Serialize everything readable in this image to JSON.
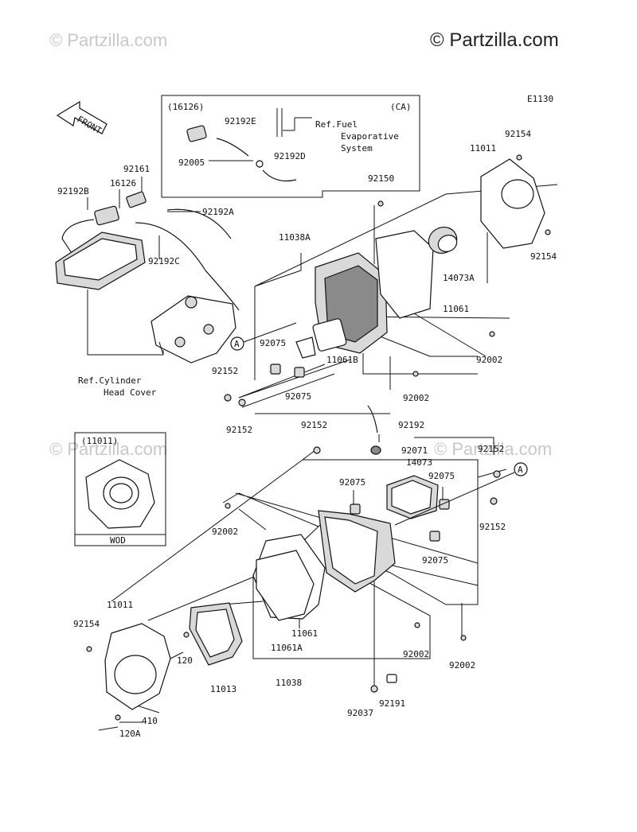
{
  "watermarks": {
    "main": "© Partzilla.com",
    "faint": "© Partzilla.com"
  },
  "diagram_code": "E1130",
  "front_label": "FRONT",
  "ca_box": {
    "tag": "(CA)",
    "part_ref": "(16126)",
    "ref_line1": "Ref.Fuel",
    "ref_line2": "Evaporative",
    "ref_line3": "System"
  },
  "cylinder_ref": {
    "line1": "Ref.Cylinder",
    "line2": "Head Cover"
  },
  "wod_box": {
    "part_ref": "(11011)",
    "label": "WOD"
  },
  "circle_marker": "A",
  "parts": {
    "p16126_ca": "(16126)",
    "p92192E": "92192E",
    "p92005": "92005",
    "p92192D": "92192D",
    "p92161": "92161",
    "p92192B": "92192B",
    "p16126": "16126",
    "p92192A": "92192A",
    "p92192C": "92192C",
    "p92150": "92150",
    "p11038A": "11038A",
    "p11011_top": "11011",
    "p92154_top": "92154",
    "p92154_right": "92154",
    "p14073A": "14073A",
    "p11061_top": "11061",
    "p92002_r1": "92002",
    "p92075_a": "92075",
    "p11061B": "11061B",
    "p92152_a": "92152",
    "p92075_b": "92075",
    "p92002_mid": "92002",
    "p92152_b": "92152",
    "p92192": "92192",
    "p92152_c": "92152",
    "p92071": "92071",
    "p14073": "14073",
    "p92152_d": "92152",
    "p92075_c": "92075",
    "p92075_d": "92075",
    "p92152_e": "92152",
    "p92002_left": "92002",
    "p92075_e": "92075",
    "p11011_bot": "11011",
    "p92154_bot": "92154",
    "p120": "120",
    "p11061_bot": "11061",
    "p11061A": "11061A",
    "p92002_b1": "92002",
    "p92002_b2": "92002",
    "p11013": "11013",
    "p11038": "11038",
    "p92191": "92191",
    "p92037": "92037",
    "p410": "410",
    "p120A": "120A"
  }
}
